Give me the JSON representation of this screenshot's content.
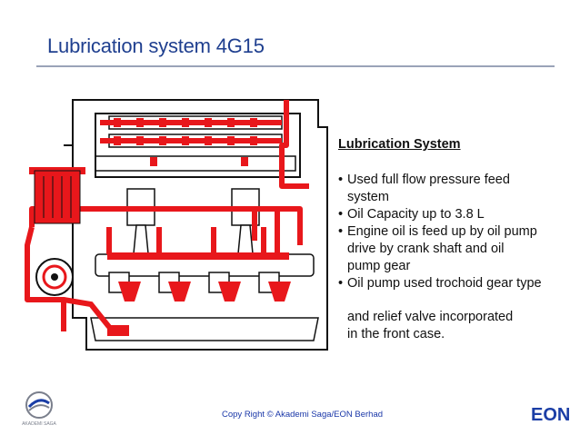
{
  "slide": {
    "title": "Lubrication system 4G15"
  },
  "textbox": {
    "heading": "Lubrication System",
    "bullets": [
      {
        "first": "Used full flow pressure feed",
        "rest": [
          "system"
        ]
      },
      {
        "first": "Oil Capacity up to 3.8 L",
        "rest": []
      },
      {
        "first": "Engine oil is feed up by oil pump",
        "rest": [
          "drive by crank shaft and oil",
          "pump gear"
        ]
      },
      {
        "first": "Oil pump used trochoid gear type",
        "rest": []
      }
    ],
    "tail": [
      "and relief valve incorporated",
      "in the front case."
    ]
  },
  "footer": {
    "copyright": "Copy Right © Akademi Saga/EON Berhad"
  },
  "logos": {
    "right_logo_text": "EON",
    "left_logo_icon": "akademi-saga-logo-icon"
  },
  "colors": {
    "title": "#1f3f8f",
    "oil_red": "#e8171b",
    "footer": "#1a37a8"
  }
}
